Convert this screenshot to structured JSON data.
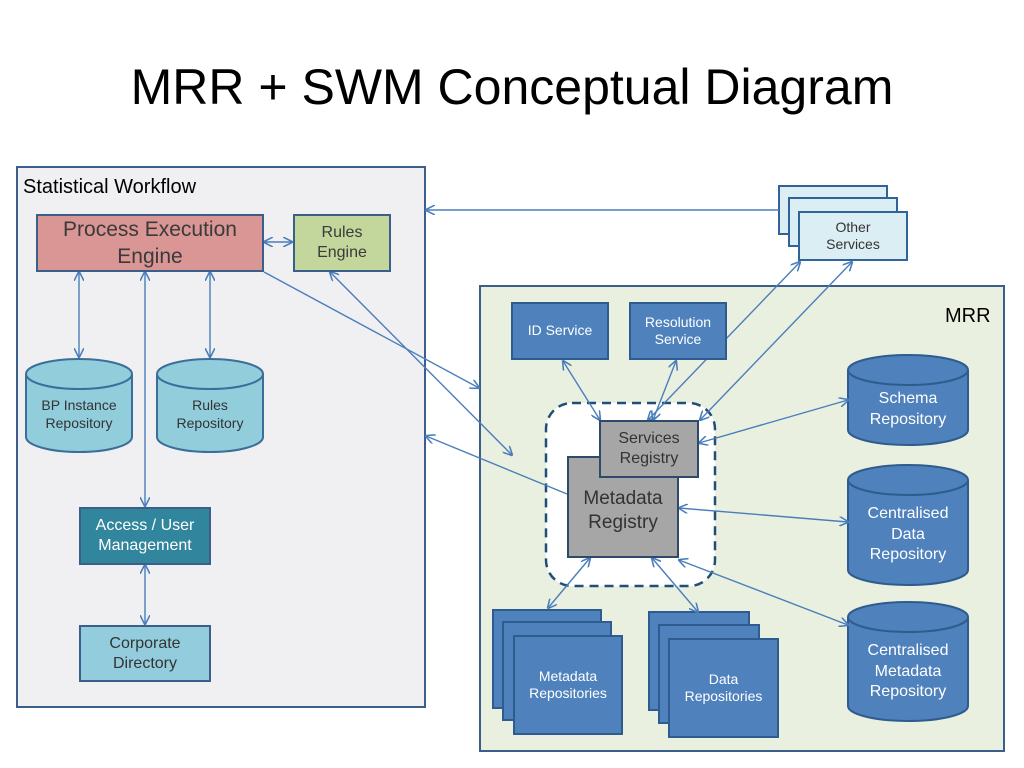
{
  "title": "MRR + SWM Conceptual Diagram",
  "panels": {
    "workflow": "Statistical Workflow",
    "mrr": "MRR"
  },
  "nodes": {
    "process_engine": "Process Execution Engine",
    "rules_engine": "Rules Engine",
    "bp_instance_repo": "BP Instance Repository",
    "rules_repo": "Rules Repository",
    "access_mgmt": "Access / User Management",
    "corporate_dir": "Corporate Directory",
    "other_services": "Other Services",
    "id_service": "ID Service",
    "resolution_service": "Resolution Service",
    "services_registry": "Services Registry",
    "metadata_registry": "Metadata Registry",
    "schema_repo": "Schema Repository",
    "central_data_repo": "Centralised Data Repository",
    "central_meta_repo": "Centralised Metadata Repository",
    "metadata_repos": "Metadata Repositories",
    "data_repos": "Data Repositories"
  },
  "colors": {
    "panel_border": "#3b5f8a",
    "workflow_bg": "#f0f0f2",
    "mrr_bg": "#eaf0df",
    "process_engine": "#d99694",
    "rules_engine": "#c3d69b",
    "light_cyl": "#92cddc",
    "teal": "#31859c",
    "light_box": "#93cddd",
    "blue": "#4f81bd",
    "grey": "#a6a6a6",
    "arrow": "#4a7ebb"
  }
}
